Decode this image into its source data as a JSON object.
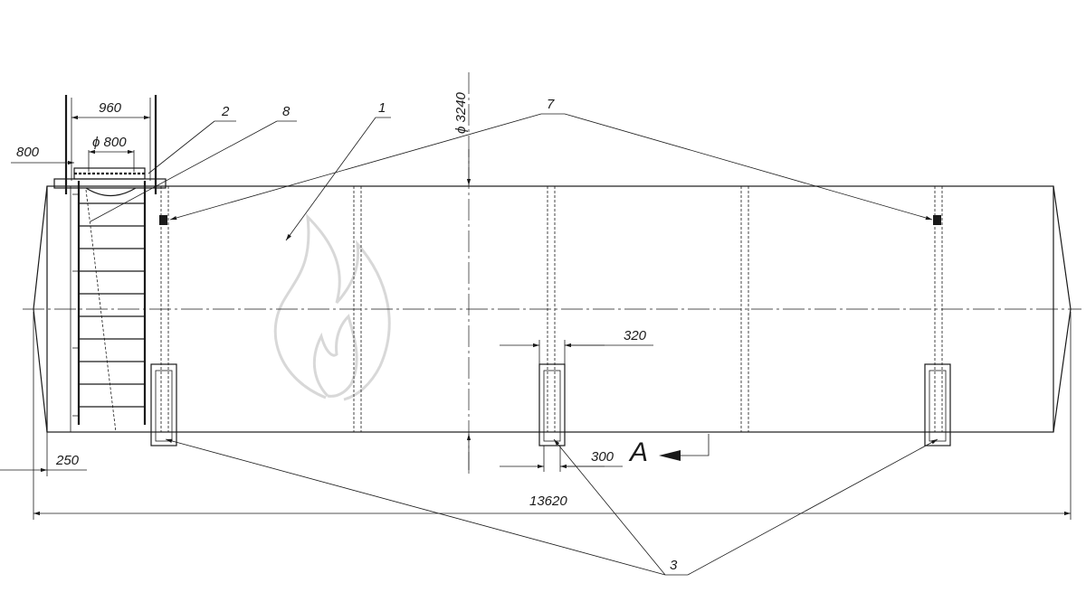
{
  "dimensions": {
    "ladder_width": "960",
    "hatch_diameter": "ϕ 800",
    "platform_offset": "800",
    "tank_diameter": "ϕ 3240",
    "total_length": "13620",
    "left_offset": "250",
    "support_width": "320",
    "support_inner": "300"
  },
  "callouts": {
    "body": "1",
    "ladder": "2",
    "supports": "3",
    "lugs": "7",
    "hatch": "8"
  },
  "view_label": "A"
}
